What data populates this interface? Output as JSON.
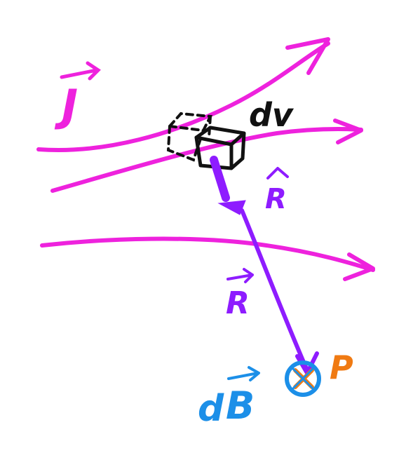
{
  "colors": {
    "current": "#ee22dd",
    "element": "#111111",
    "vector": "#8e1cff",
    "field": "#1c8fe8",
    "point": "#f07a12",
    "background": "#ffffff"
  },
  "labels": {
    "current_density": "J",
    "volume_element": "dv",
    "unit_vector": "R",
    "separation_vector": "R",
    "field_element_d": "d",
    "field_element_B": "B",
    "field_point": "P"
  },
  "symbols": {
    "into_page": "cross-in-circle-icon"
  }
}
